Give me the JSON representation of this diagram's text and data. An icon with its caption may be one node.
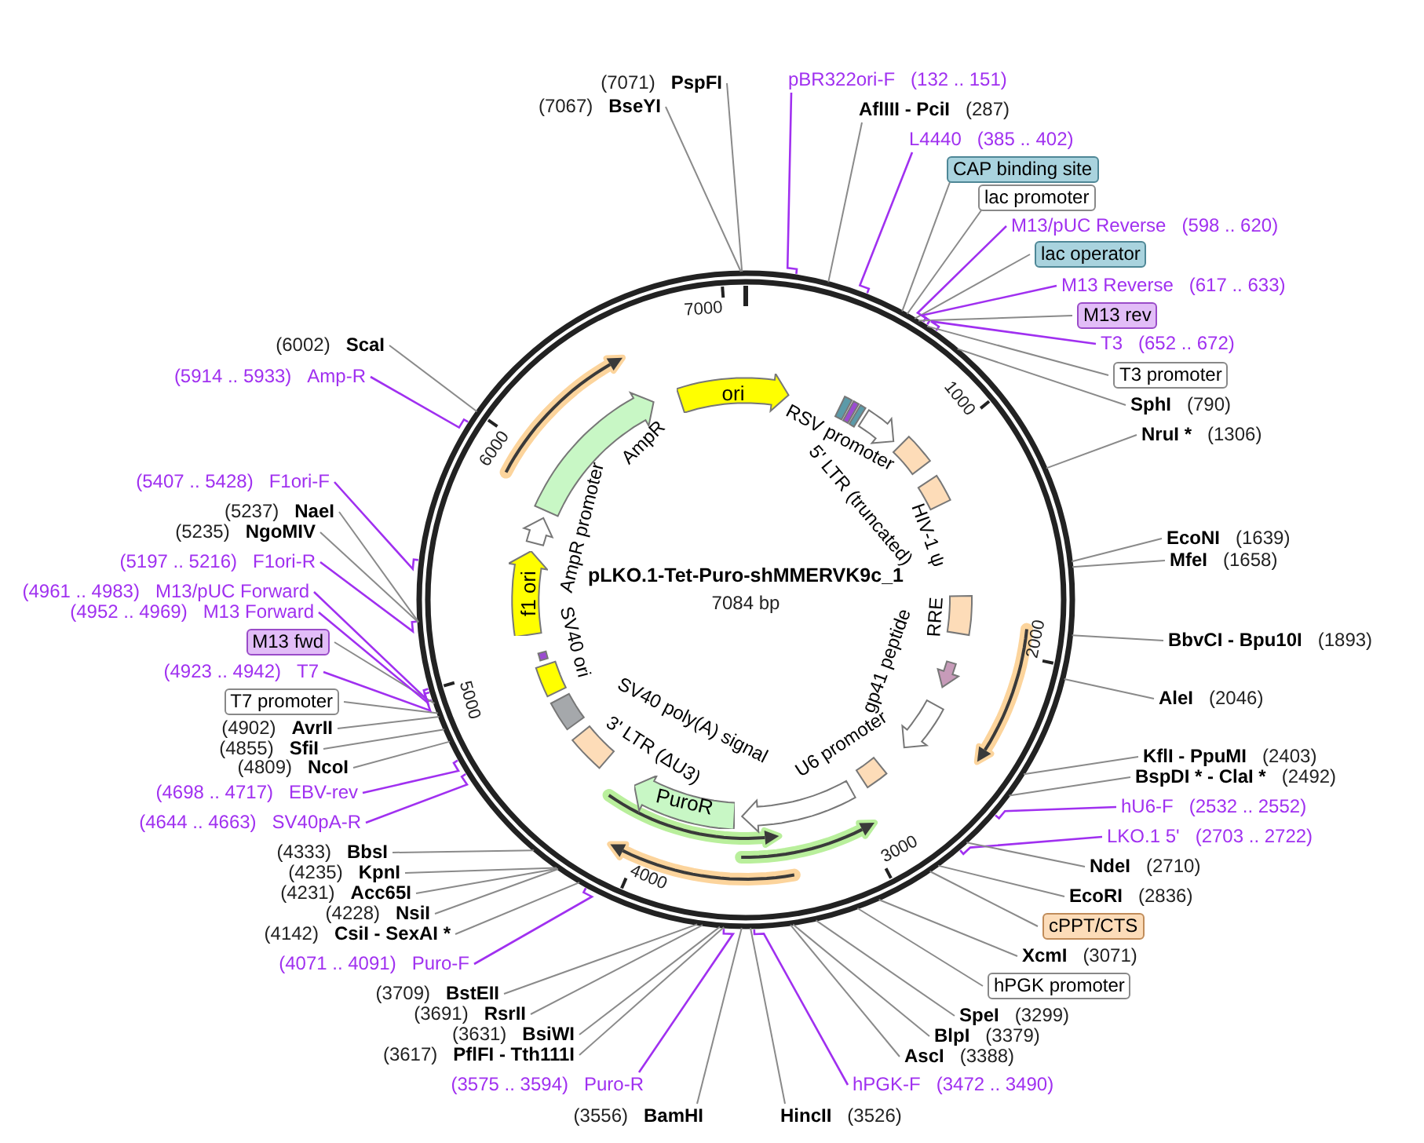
{
  "diagram": {
    "title": "pLKO.1-Tet-Puro-shMMERVK9c_1",
    "nodes": [
      {
        "text": [
          "(7071)",
          "PspFI"
        ]
      },
      {
        "text": [
          "(7067)",
          "BseYI"
        ]
      },
      {
        "text": [
          "pBR322ori-F",
          "(132 .. 151)"
        ]
      },
      {
        "text": [
          "AflIII - PciI",
          "(287)"
        ]
      },
      {
        "text": [
          "L4440",
          "(385 .. 402)"
        ]
      },
      {
        "text": [
          "CAP binding site"
        ]
      },
      {
        "text": [
          "lac promoter"
        ]
      },
      {
        "text": [
          "M13/pUC Reverse",
          "(598 .. 620)"
        ]
      },
      {
        "text": [
          "lac operator"
        ]
      },
      {
        "text": [
          "M13 Reverse",
          "(617 .. 633)"
        ]
      },
      {
        "text": [
          "M13 rev"
        ]
      },
      {
        "text": [
          "T3",
          "(652 .. 672)"
        ]
      },
      {
        "text": [
          "T3 promoter"
        ]
      },
      {
        "text": [
          "SphI",
          "(790)"
        ]
      },
      {
        "text": [
          "NruI *",
          "(1306)"
        ]
      },
      {
        "text": [
          "EcoNI",
          "(1639)"
        ]
      },
      {
        "text": [
          "MfeI",
          "(1658)"
        ]
      },
      {
        "text": [
          "BbvCI - Bpu10I",
          "(1893)"
        ]
      },
      {
        "text": [
          "AleI",
          "(2046)"
        ]
      },
      {
        "text": [
          "KflI - PpuMI",
          "(2403)"
        ]
      },
      {
        "text": [
          "BspDI * - ClaI *",
          "(2492)"
        ]
      },
      {
        "text": [
          "hU6-F",
          "(2532 .. 2552)"
        ]
      },
      {
        "text": [
          "LKO.1 5'",
          "(2703 .. 2722)"
        ]
      },
      {
        "text": [
          "NdeI",
          "(2710)"
        ]
      },
      {
        "text": [
          "EcoRI",
          "(2836)"
        ]
      },
      {
        "text": [
          "cPPT/CTS"
        ]
      },
      {
        "text": [
          "XcmI",
          "(3071)"
        ]
      },
      {
        "text": [
          "hPGK promoter"
        ]
      },
      {
        "text": [
          "SpeI",
          "(3299)"
        ]
      },
      {
        "text": [
          "BlpI",
          "(3379)"
        ]
      },
      {
        "text": [
          "AscI",
          "(3388)"
        ]
      },
      {
        "text": [
          "hPGK-F",
          "(3472 .. 3490)"
        ]
      },
      {
        "text": [
          "HincII",
          "(3526)"
        ]
      },
      {
        "text": [
          "(3556)",
          "BamHI"
        ]
      },
      {
        "text": [
          "(3575 .. 3594)",
          "Puro-R"
        ]
      },
      {
        "text": [
          "(3617)",
          "PflFI - Tth111I"
        ]
      },
      {
        "text": [
          "(3631)",
          "BsiWI"
        ]
      },
      {
        "text": [
          "(3691)",
          "RsrII"
        ]
      },
      {
        "text": [
          "(3709)",
          "BstEII"
        ]
      },
      {
        "text": [
          "(4071 .. 4091)",
          "Puro-F"
        ]
      },
      {
        "text": [
          "(4142)",
          "CsiI - SexAI *"
        ]
      },
      {
        "text": [
          "(4228)",
          "NsiI"
        ]
      },
      {
        "text": [
          "(4231)",
          "Acc65I"
        ]
      },
      {
        "text": [
          "(4235)",
          "KpnI"
        ]
      },
      {
        "text": [
          "(4333)",
          "BbsI"
        ]
      },
      {
        "text": [
          "(4644 .. 4663)",
          "SV40pA-R"
        ]
      },
      {
        "text": [
          "(4698 .. 4717)",
          "EBV-rev"
        ]
      },
      {
        "text": [
          "(4809)",
          "NcoI"
        ]
      },
      {
        "text": [
          "(4855)",
          "SfiI"
        ]
      },
      {
        "text": [
          "(4902)",
          "AvrII"
        ]
      },
      {
        "text": [
          "T7 promoter"
        ]
      },
      {
        "text": [
          "(4923 .. 4942)",
          "T7"
        ]
      },
      {
        "text": [
          "M13 fwd"
        ]
      },
      {
        "text": [
          "(4952 .. 4969)",
          "M13 Forward"
        ]
      },
      {
        "text": [
          "(4961 .. 4983)",
          "M13/pUC Forward"
        ]
      },
      {
        "text": [
          "(5197 .. 5216)",
          "F1ori-R"
        ]
      },
      {
        "text": [
          "(5235)",
          "NgoMIV"
        ]
      },
      {
        "text": [
          "(5237)",
          "NaeI"
        ]
      },
      {
        "text": [
          "(5407 .. 5428)",
          "F1ori-F"
        ]
      },
      {
        "text": [
          "(5914 .. 5933)",
          "Amp-R"
        ]
      },
      {
        "text": [
          "(6002)",
          "ScaI"
        ]
      },
      {
        "text": [
          "ori"
        ]
      },
      {
        "text": [
          "f1 ori"
        ]
      },
      {
        "text": [
          "PuroR"
        ]
      }
    ],
    "edges": [
      {
        "from": 0,
        "to": null,
        "arrow": "none"
      },
      {
        "from": 1,
        "to": null,
        "arrow": "none"
      },
      {
        "from": 2,
        "to": null,
        "arrow": "none",
        "color": "#a030f0"
      },
      {
        "from": 3,
        "to": null,
        "arrow": "none"
      },
      {
        "from": 4,
        "to": null,
        "arrow": "none",
        "color": "#a030f0"
      },
      {
        "from": 5,
        "to": null,
        "arrow": "none"
      },
      {
        "from": 6,
        "to": null,
        "arrow": "none"
      },
      {
        "from": 7,
        "to": null,
        "arrow": "none",
        "color": "#a030f0"
      },
      {
        "from": 8,
        "to": null,
        "arrow": "none"
      },
      {
        "from": 9,
        "to": null,
        "arrow": "none",
        "color": "#a030f0"
      },
      {
        "from": 10,
        "to": null,
        "arrow": "none"
      },
      {
        "from": 11,
        "to": null,
        "arrow": "none",
        "color": "#a030f0"
      },
      {
        "from": 12,
        "to": null,
        "arrow": "none"
      },
      {
        "from": 13,
        "to": null,
        "arrow": "none"
      },
      {
        "from": 14,
        "to": null,
        "arrow": "none"
      },
      {
        "from": 15,
        "to": null,
        "arrow": "none"
      },
      {
        "from": 16,
        "to": null,
        "arrow": "none"
      },
      {
        "from": 17,
        "to": null,
        "arrow": "none"
      },
      {
        "from": 18,
        "to": null,
        "arrow": "none"
      },
      {
        "from": 19,
        "to": null,
        "arrow": "none"
      },
      {
        "from": 20,
        "to": null,
        "arrow": "none"
      },
      {
        "from": 21,
        "to": null,
        "arrow": "none",
        "color": "#a030f0"
      },
      {
        "from": 22,
        "to": null,
        "arrow": "none",
        "color": "#a030f0"
      },
      {
        "from": 23,
        "to": null,
        "arrow": "none"
      },
      {
        "from": 24,
        "to": null,
        "arrow": "none"
      },
      {
        "from": 25,
        "to": null,
        "arrow": "none"
      },
      {
        "from": 26,
        "to": null,
        "arrow": "none"
      },
      {
        "from": 27,
        "to": null,
        "arrow": "none"
      },
      {
        "from": 28,
        "to": null,
        "arrow": "none"
      },
      {
        "from": 29,
        "to": null,
        "arrow": "none"
      },
      {
        "from": 30,
        "to": null,
        "arrow": "none"
      },
      {
        "from": 31,
        "to": null,
        "arrow": "none",
        "color": "#a030f0"
      },
      {
        "from": 32,
        "to": null,
        "arrow": "none"
      },
      {
        "from": 33,
        "to": null,
        "arrow": "none"
      },
      {
        "from": 34,
        "to": null,
        "arrow": "none",
        "color": "#a030f0"
      },
      {
        "from": 35,
        "to": null,
        "arrow": "none"
      },
      {
        "from": 36,
        "to": null,
        "arrow": "none"
      },
      {
        "from": 37,
        "to": null,
        "arrow": "none"
      },
      {
        "from": 38,
        "to": null,
        "arrow": "none"
      },
      {
        "from": 39,
        "to": null,
        "arrow": "none",
        "color": "#a030f0"
      },
      {
        "from": 40,
        "to": null,
        "arrow": "none"
      },
      {
        "from": 41,
        "to": null,
        "arrow": "none"
      },
      {
        "from": 42,
        "to": null,
        "arrow": "none"
      },
      {
        "from": 43,
        "to": null,
        "arrow": "none"
      },
      {
        "from": 44,
        "to": null,
        "arrow": "none"
      },
      {
        "from": 45,
        "to": null,
        "arrow": "none",
        "color": "#a030f0"
      },
      {
        "from": 46,
        "to": null,
        "arrow": "none",
        "color": "#a030f0"
      },
      {
        "from": 47,
        "to": null,
        "arrow": "none"
      },
      {
        "from": 48,
        "to": null,
        "arrow": "none"
      },
      {
        "from": 49,
        "to": null,
        "arrow": "none"
      },
      {
        "from": 50,
        "to": null,
        "arrow": "none"
      },
      {
        "from": 51,
        "to": null,
        "arrow": "none",
        "color": "#a030f0"
      },
      {
        "from": 52,
        "to": null,
        "arrow": "none"
      },
      {
        "from": 53,
        "to": null,
        "arrow": "none",
        "color": "#a030f0"
      },
      {
        "from": 54,
        "to": null,
        "arrow": "none",
        "color": "#a030f0"
      },
      {
        "from": 55,
        "to": null,
        "arrow": "none",
        "color": "#a030f0"
      },
      {
        "from": 56,
        "to": null,
        "arrow": "none"
      },
      {
        "from": 57,
        "to": null,
        "arrow": "none"
      },
      {
        "from": 58,
        "to": null,
        "arrow": "none",
        "color": "#a030f0"
      },
      {
        "from": 59,
        "to": null,
        "arrow": "none",
        "color": "#a030f0"
      },
      {
        "from": 60,
        "to": null,
        "arrow": "none"
      }
    ],
    "labels": [
      "7084 bp",
      "RSV promoter",
      "5' LTR (truncated)",
      "HIV-1 ψ",
      "RRE",
      "gp41 peptide",
      "U6 promoter",
      "SV40 poly(A) signal",
      "3' LTR (ΔU3)",
      "SV40 ori",
      "AmpR promoter",
      "AmpR",
      "1000",
      "2000",
      "3000",
      "4000",
      "5000",
      "6000",
      "7000"
    ]
  }
}
